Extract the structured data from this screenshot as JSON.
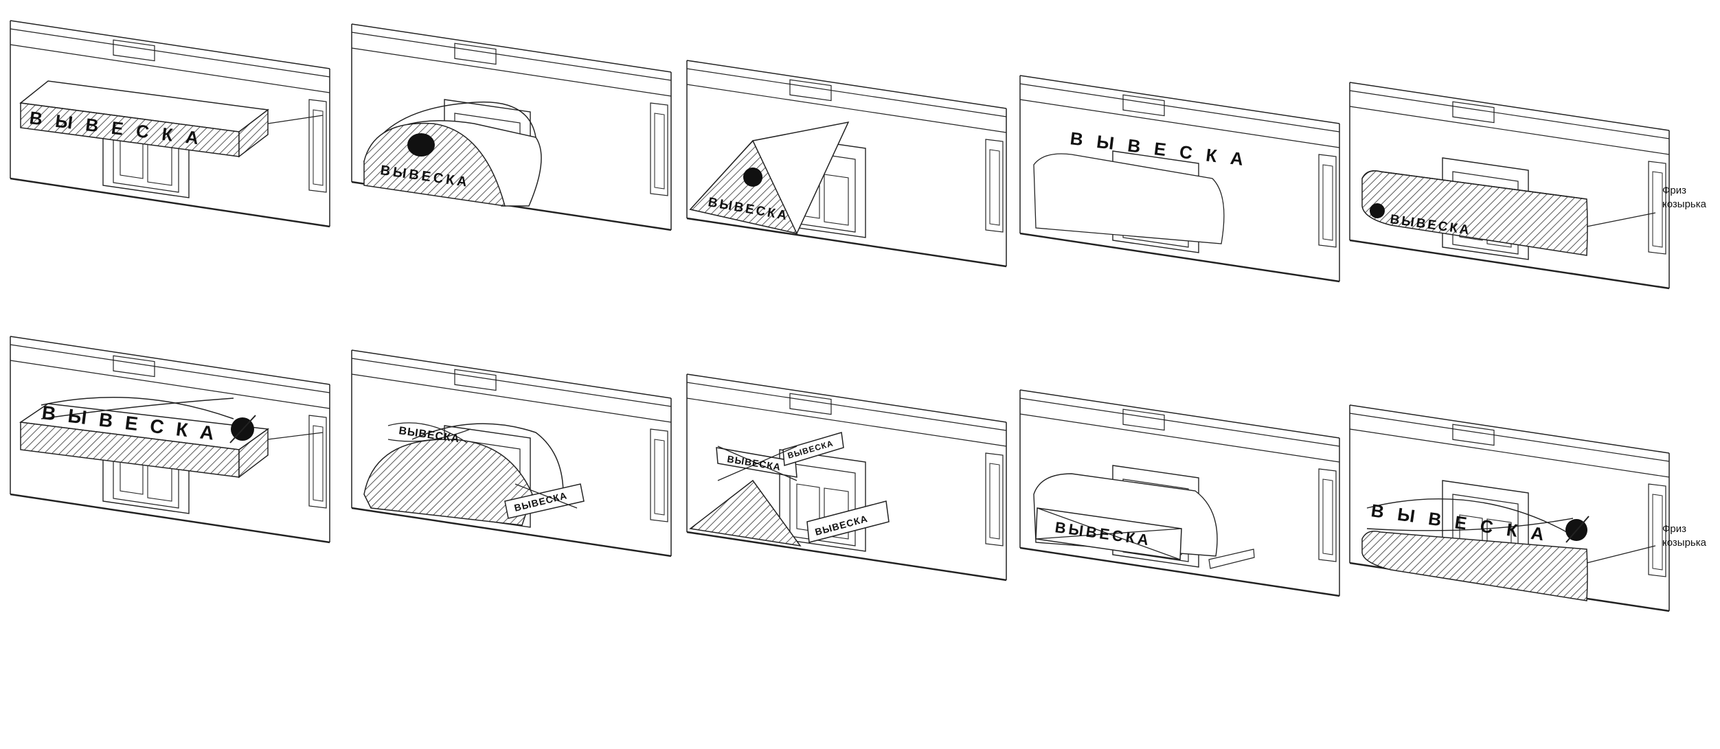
{
  "sign_text": "ВЫВЕСКА",
  "callout_text_line1": "Фриз",
  "callout_text_line2": "козырька",
  "colors": {
    "ink": "#222222",
    "hatch": "#555555",
    "background": "#ffffff"
  },
  "panels": [
    {
      "row": 1,
      "col": 1,
      "canopy": "flat-box",
      "sign": "letters-on-fascia",
      "status": "allowed"
    },
    {
      "row": 1,
      "col": 2,
      "canopy": "arched",
      "sign": "on-arch-face-with-logo",
      "status": "allowed"
    },
    {
      "row": 1,
      "col": 3,
      "canopy": "gable",
      "sign": "on-gable-face-with-logo",
      "status": "allowed"
    },
    {
      "row": 1,
      "col": 4,
      "canopy": "quarter-round",
      "sign": "letters-above-canopy",
      "status": "allowed"
    },
    {
      "row": 1,
      "col": 5,
      "canopy": "curved-frieze",
      "sign": "on-frieze-with-logo",
      "status": "allowed"
    },
    {
      "row": 2,
      "col": 1,
      "canopy": "flat-box",
      "sign": "letters-with-logo-on-top",
      "status": "not-allowed"
    },
    {
      "row": 2,
      "col": 2,
      "canopy": "arched",
      "sign": "letters-above-and-box-beside",
      "status": "not-allowed"
    },
    {
      "row": 2,
      "col": 3,
      "canopy": "gable",
      "sign": "multiple-box-signs",
      "status": "not-allowed"
    },
    {
      "row": 2,
      "col": 4,
      "canopy": "quarter-round",
      "sign": "box-sign-on-front",
      "status": "not-allowed"
    },
    {
      "row": 2,
      "col": 5,
      "canopy": "curved-frieze",
      "sign": "letters-above-frieze-with-logo",
      "status": "not-allowed"
    }
  ]
}
